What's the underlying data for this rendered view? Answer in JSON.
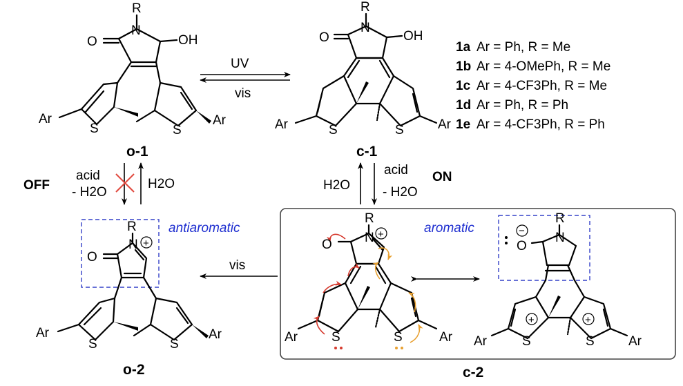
{
  "compound_list": [
    {
      "id": "1a",
      "text": "Ar = Ph, R = Me"
    },
    {
      "id": "1b",
      "text": "Ar = 4-OMePh, R = Me"
    },
    {
      "id": "1c",
      "text": "Ar = 4-CF3Ph, R = Me"
    },
    {
      "id": "1d",
      "text": "Ar = Ph, R = Ph"
    },
    {
      "id": "1e",
      "text": "Ar = 4-CF3Ph, R = Ph"
    }
  ],
  "labels": {
    "o1": "o-1",
    "c1": "c-1",
    "o2": "o-2",
    "c2": "c-2"
  },
  "atoms": {
    "R": "R",
    "N": "N",
    "O": "O",
    "OH": "OH",
    "S": "S",
    "Ar": "Ar"
  },
  "arrows": {
    "uv": "UV",
    "vis": "vis",
    "vis_bottom": "vis",
    "acid_left": "acid",
    "minus_h2o_left": "- H2O",
    "h2o_left": "H2O",
    "off": "OFF",
    "acid_right": "acid",
    "minus_h2o_right": "- H2O",
    "h2o_right": "H2O",
    "on": "ON"
  },
  "annotations": {
    "antiaromatic": "antiaromatic",
    "aromatic": "aromatic"
  },
  "colors": {
    "blue_dash": "#3340c8",
    "italic_blue": "#1f2fd0",
    "red_arrow": "#d63a2e",
    "orange_arrow": "#e8a030",
    "box": "#444444"
  }
}
